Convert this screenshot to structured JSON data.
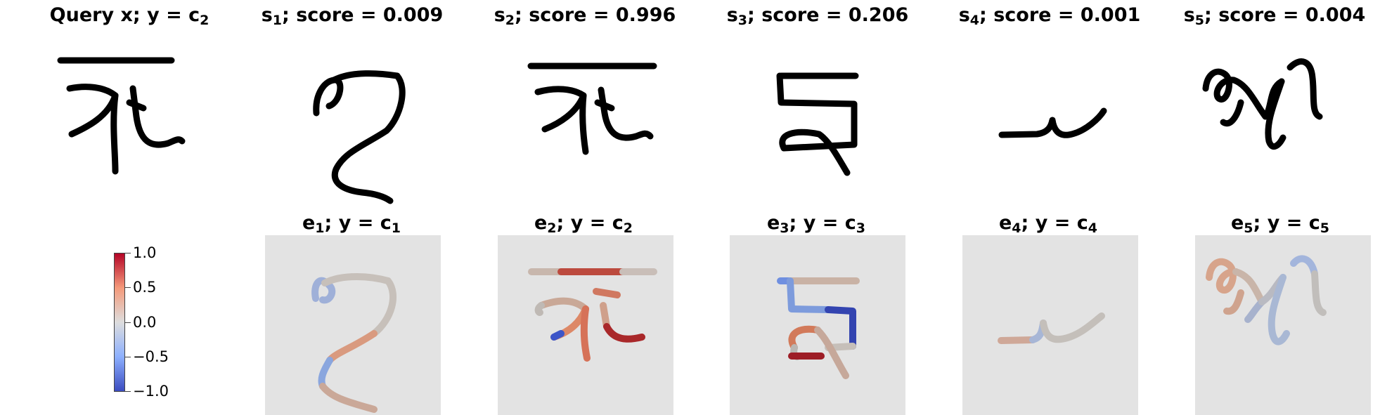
{
  "header": {
    "query": {
      "pre": "Query x; y = c",
      "sub": "2"
    },
    "samples": [
      {
        "pre": "s",
        "sub": "1",
        "post": "; score = 0.009"
      },
      {
        "pre": "s",
        "sub": "2",
        "post": "; score = 0.996"
      },
      {
        "pre": "s",
        "sub": "3",
        "post": "; score = 0.206"
      },
      {
        "pre": "s",
        "sub": "4",
        "post": "; score = 0.001"
      },
      {
        "pre": "s",
        "sub": "5",
        "post": "; score = 0.004"
      }
    ]
  },
  "explanations": [
    {
      "pre": "e",
      "sub1": "1",
      "mid": "; y = c",
      "sub2": "1"
    },
    {
      "pre": "e",
      "sub1": "2",
      "mid": "; y = c",
      "sub2": "2"
    },
    {
      "pre": "e",
      "sub1": "3",
      "mid": "; y = c",
      "sub2": "3"
    },
    {
      "pre": "e",
      "sub1": "4",
      "mid": "; y = c",
      "sub2": "4"
    },
    {
      "pre": "e",
      "sub1": "5",
      "mid": "; y = c",
      "sub2": "5"
    }
  ],
  "colorbar": {
    "ticks": [
      "1.0",
      "0.5",
      "0.0",
      "−0.5",
      "−1.0"
    ],
    "colors": {
      "high": "#b40426",
      "mid": "#dddddd",
      "low": "#3b4cc0"
    }
  }
}
